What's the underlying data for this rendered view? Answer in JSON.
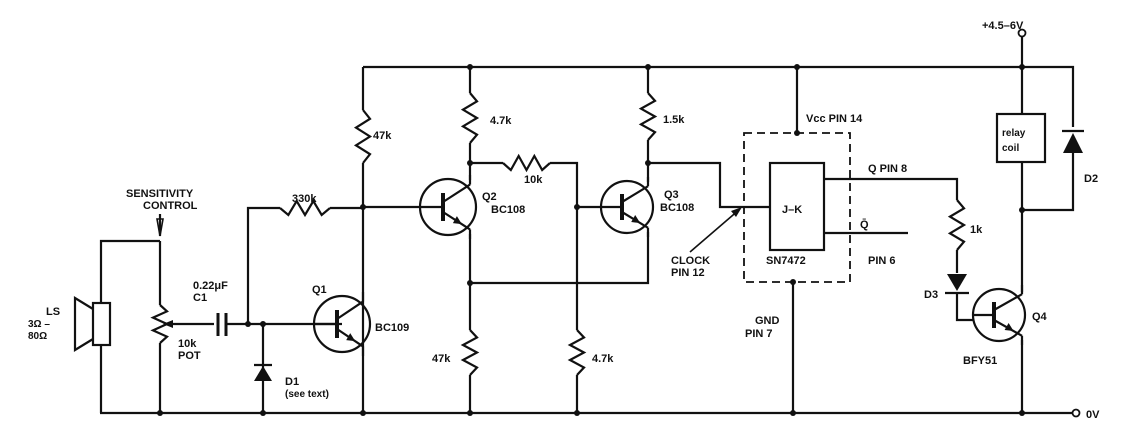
{
  "labels": {
    "sensitivity_1": "SENSITIVITY",
    "sensitivity_2": "CONTROL",
    "ls": "LS",
    "ls_imp_1": "3Ω –",
    "ls_imp_2": "80Ω",
    "pot_1": "10k",
    "pot_2": "POT",
    "c1_value": "0.22μF",
    "c1_name": "C1",
    "r_330k": "330k",
    "d1": "D1",
    "d1_note": "(see text)",
    "q1": "Q1",
    "q1_type": "BC109",
    "r_47k_top": "47k",
    "r_47k_bottom": "47k",
    "q2": "Q2",
    "q2_type": "BC108",
    "r_4k7_top": "4.7k",
    "r_4k7_bottom": "4.7k",
    "r_10k": "10k",
    "q3": "Q3",
    "q3_type": "BC108",
    "r_1k5": "1.5k",
    "clock_1": "CLOCK",
    "clock_2": "PIN 12",
    "vcc": "Vcc PIN 14",
    "jk": "J–K",
    "ic": "SN7472",
    "gnd_1": "GND",
    "gnd_2": "PIN 7",
    "q_pin": "Q PIN 8",
    "qbar": "Q̄",
    "qbar_pin": "PIN 6",
    "r_1k": "1k",
    "d3": "D3",
    "q4": "Q4",
    "q4_type": "BFY51",
    "relay_1": "relay",
    "relay_2": "coil",
    "d2": "D2",
    "supply": "+4.5–6V",
    "ground": "0V"
  }
}
